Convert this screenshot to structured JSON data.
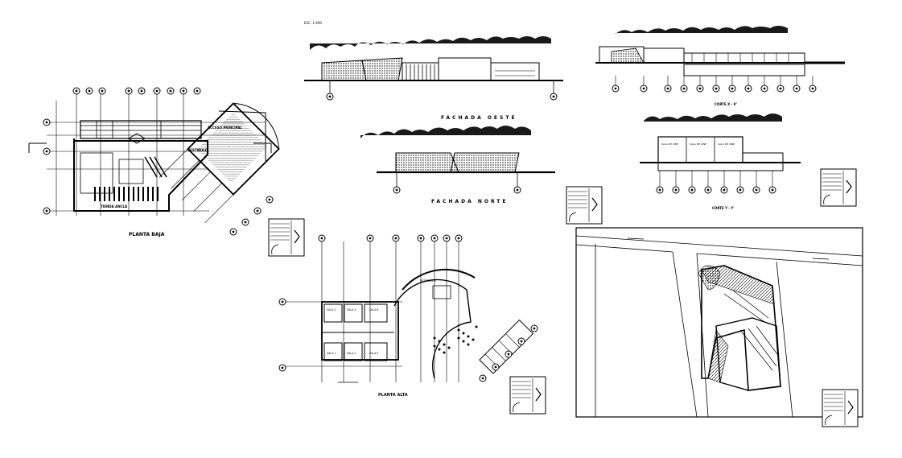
{
  "drawing": {
    "scale_note": "ESC. 1:400",
    "views": {
      "ground_floor": {
        "title": "PLANTA BAJA",
        "room_label": "VESTIBULO",
        "hall_label": "ACCESO PRINCIPAL",
        "area_label": "TIENDA ANCLA"
      },
      "upper_floor": {
        "title": "PLANTA ALTA",
        "vestibule_label": "VESTIBULO",
        "rooms": [
          "SALA 3",
          "SALA 4",
          "SALA 6",
          "SALA 1",
          "SALA 2",
          "SALA 5"
        ]
      },
      "west_facade": {
        "title": "FACHADA OESTE"
      },
      "north_facade": {
        "title": "FACHADA NORTE"
      },
      "section_x": {
        "title": "CORTE X - X'"
      },
      "section_y": {
        "title": "CORTE Y - Y'",
        "rooms": [
          "SALA DE CINE",
          "SALA DE CINE",
          "SALA DE CINE"
        ]
      }
    },
    "colors": {
      "line": "#000000",
      "background": "#ffffff"
    }
  }
}
